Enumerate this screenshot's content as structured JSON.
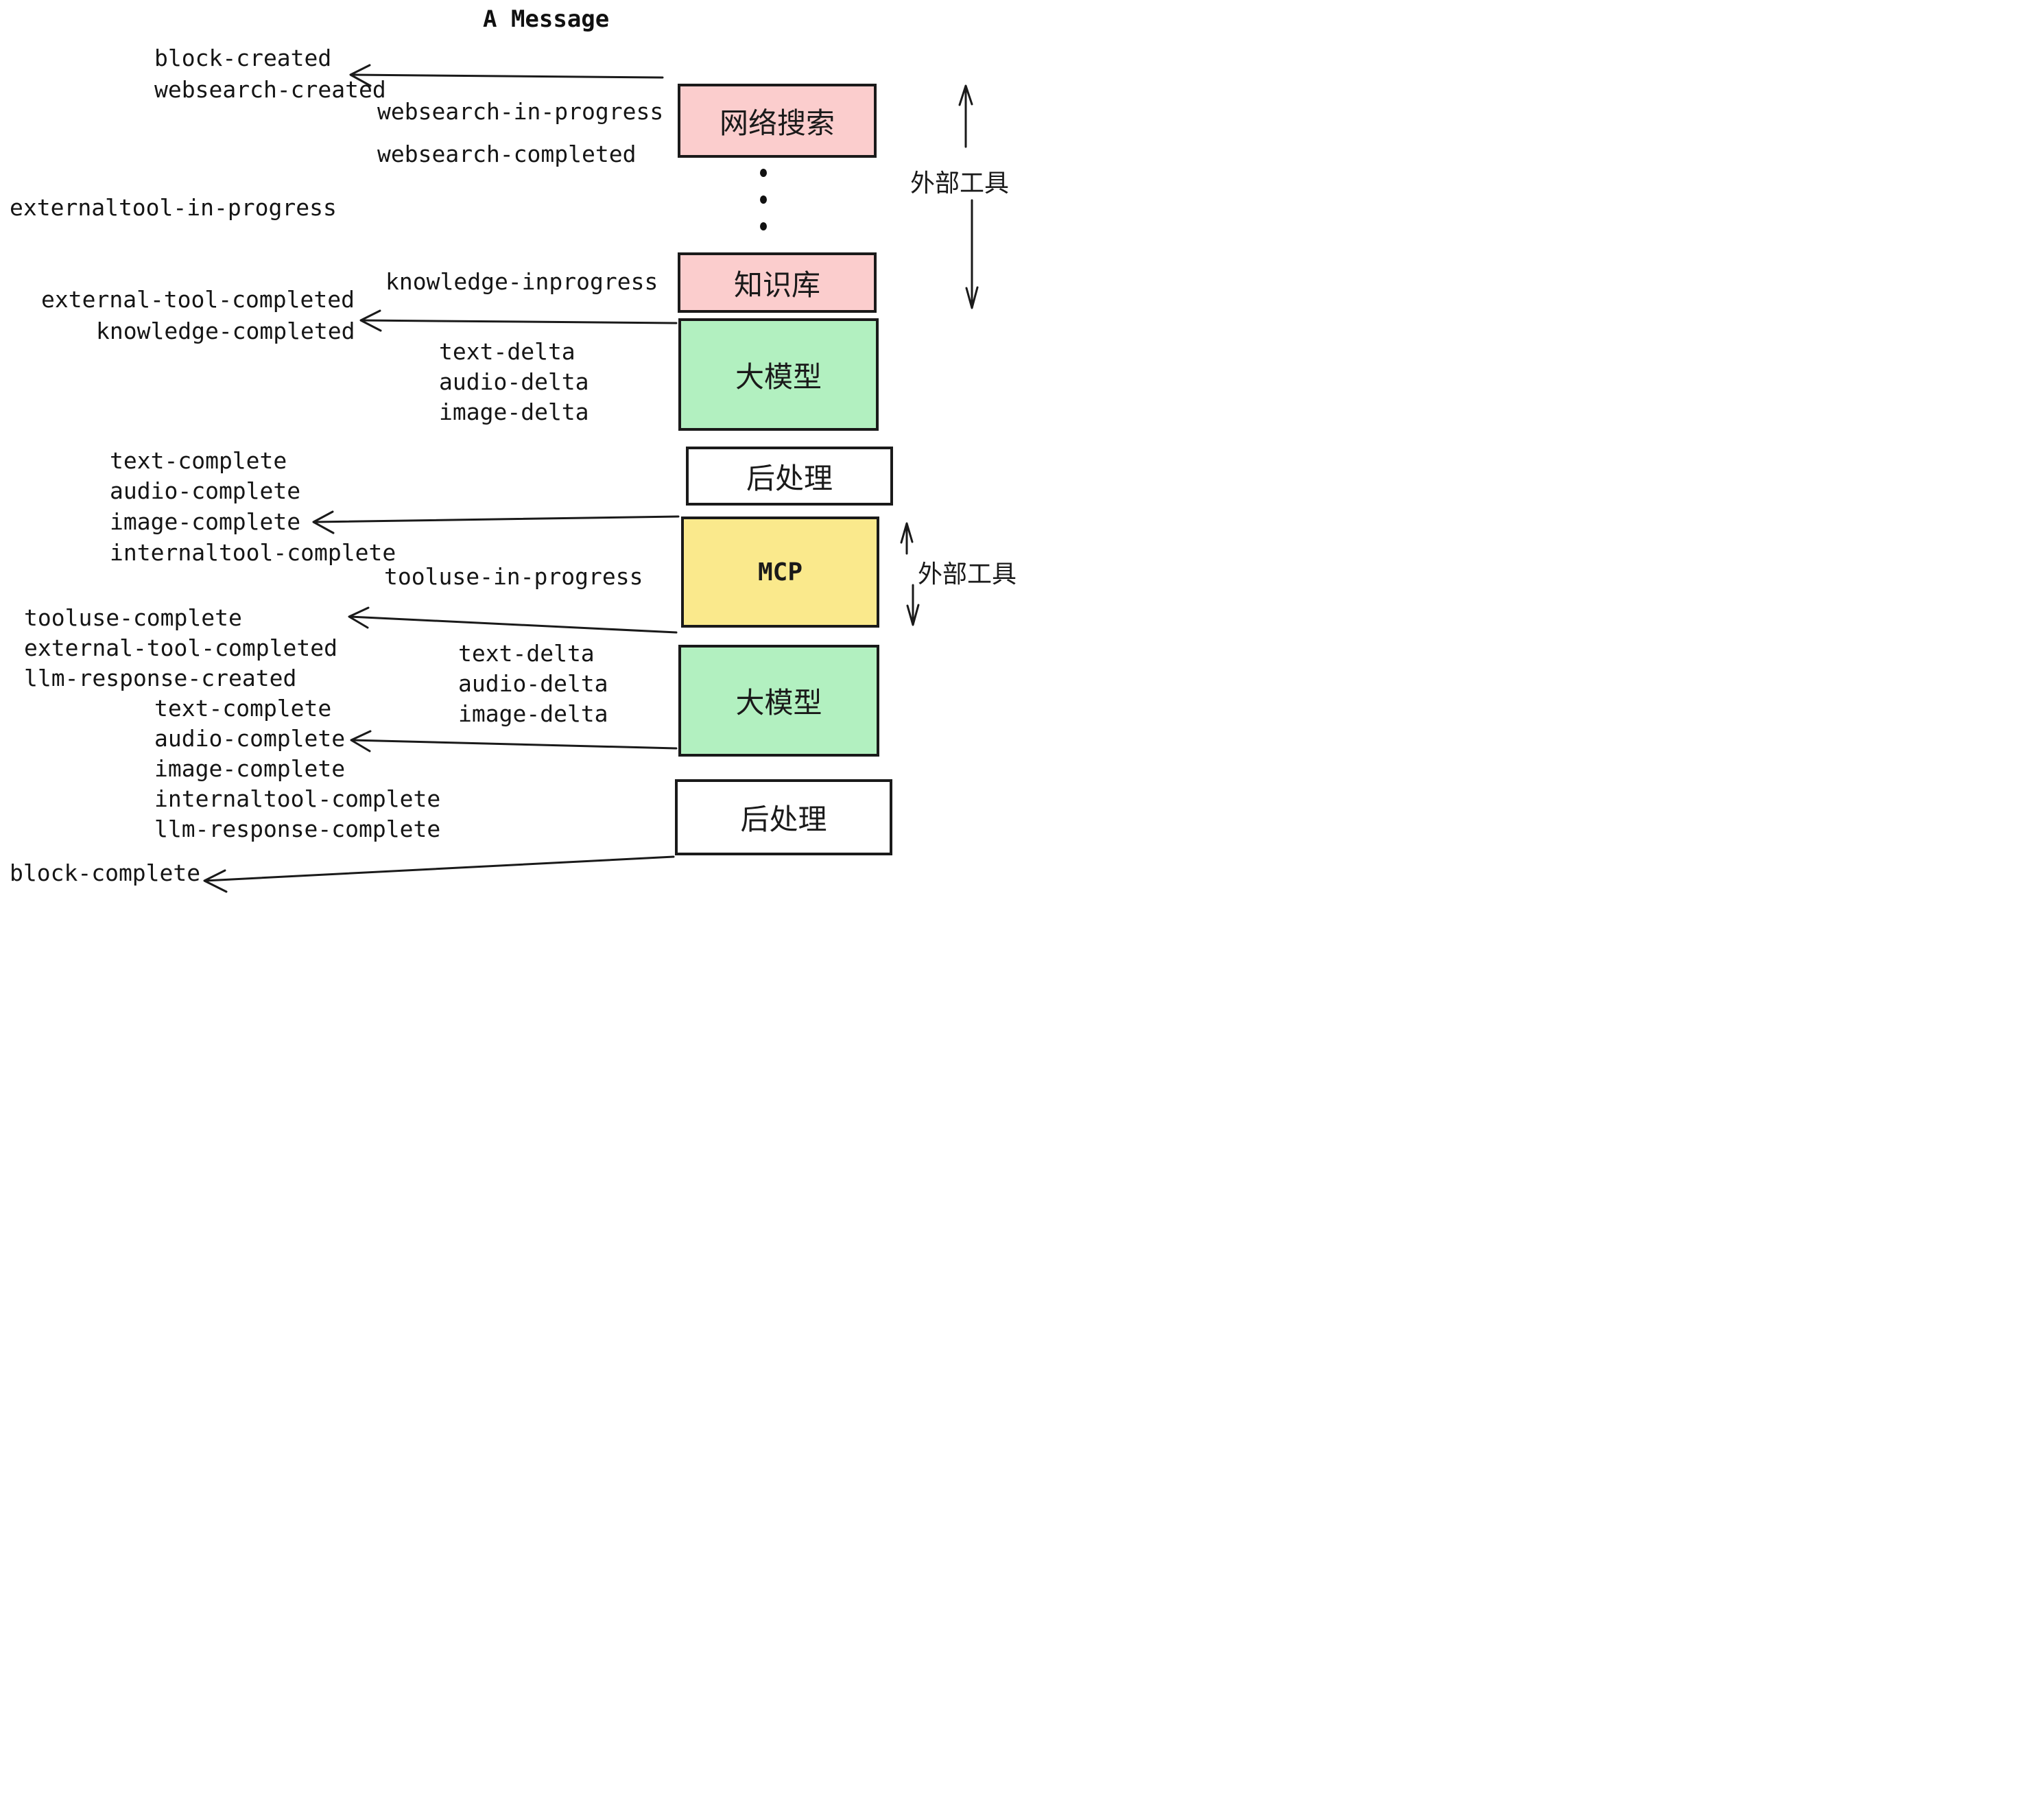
{
  "title": "A Message",
  "palette": {
    "pink": "#fbcdcd",
    "green": "#b2f0c0",
    "yellow": "#fae98c",
    "white": "#ffffff",
    "ink": "#1a1a1a"
  },
  "boxes": [
    {
      "id": "websearch",
      "label": "网络搜索",
      "color": "pink"
    },
    {
      "id": "knowledge",
      "label": "知识库",
      "color": "pink"
    },
    {
      "id": "llm-top",
      "label": "大模型",
      "color": "green"
    },
    {
      "id": "postprocess-top",
      "label": "后处理",
      "color": "white"
    },
    {
      "id": "mcp",
      "label": "MCP",
      "color": "yellow"
    },
    {
      "id": "llm-bottom",
      "label": "大模型",
      "color": "green"
    },
    {
      "id": "postprocess-bottom",
      "label": "后处理",
      "color": "white"
    }
  ],
  "side_labels": {
    "top": "外部工具",
    "bottom": "外部工具"
  },
  "events": {
    "block_created": "block-created",
    "websearch_created": "websearch-created",
    "websearch_in_progress": "websearch-in-progress",
    "websearch_completed": "websearch-completed",
    "externaltool_in_progress": "externaltool-in-progress",
    "knowledge_inprogress": "knowledge-inprogress",
    "external_tool_completed_1": "external-tool-completed",
    "knowledge_completed": "knowledge-completed",
    "text_delta_1": "text-delta",
    "audio_delta_1": "audio-delta",
    "image_delta_1": "image-delta",
    "text_complete_1": "text-complete",
    "audio_complete_1": "audio-complete",
    "image_complete_1": "image-complete",
    "internaltool_complete_1": "internaltool-complete",
    "tooluse_in_progress": "tooluse-in-progress",
    "tooluse_complete": "tooluse-complete",
    "external_tool_completed_2": "external-tool-completed",
    "llm_response_created": "llm-response-created",
    "text_complete_2": "text-complete",
    "audio_complete_2": "audio-complete",
    "image_complete_2": "image-complete",
    "internaltool_complete_2": "internaltool-complete",
    "llm_response_complete": "llm-response-complete",
    "text_delta_2": "text-delta",
    "audio_delta_2": "audio-delta",
    "image_delta_2": "image-delta",
    "block_complete": "block-complete"
  }
}
